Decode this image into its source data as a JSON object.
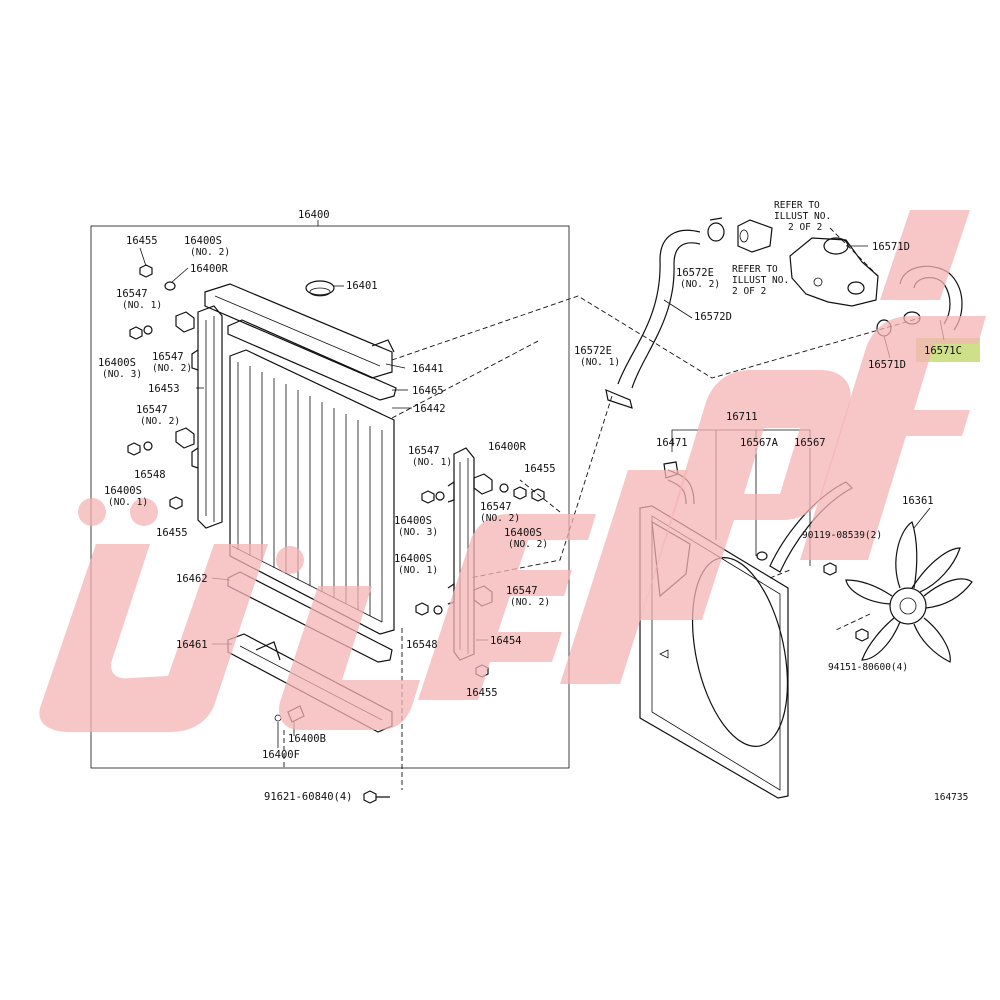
{
  "diagram": {
    "figure_code": "164735",
    "highlight_color": "#cfe08a",
    "watermark_color": "#f08080",
    "labels": {
      "p16400": "16400",
      "p16455a": "16455",
      "p16400s_no2": "16400S",
      "p16400s_no2_sub": "(NO. 2)",
      "p16400r_a": "16400R",
      "p16547_no1_a": "16547",
      "p16547_no1_a_sub": "(NO. 1)",
      "p16547_no2_a": "16547",
      "p16547_no2_a_sub": "(NO. 2)",
      "p16400s_no3_a": "16400S",
      "p16400s_no3_a_sub": "(NO. 3)",
      "p16453": "16453",
      "p16547_no2_b": "16547",
      "p16547_no2_b_sub": "(NO. 2)",
      "p16548_a": "16548",
      "p16400s_no1_a": "16400S",
      "p16400s_no1_a_sub": "(NO. 1)",
      "p16455b": "16455",
      "p16401": "16401",
      "p16441": "16441",
      "p16465": "16465",
      "p16442": "16442",
      "p16547_no1_b": "16547",
      "p16547_no1_b_sub": "(NO. 1)",
      "p16400r_b": "16400R",
      "p16455c": "16455",
      "p16400s_no3_b": "16400S",
      "p16400s_no3_b_sub": "(NO. 3)",
      "p16547_no2_c": "16547",
      "p16547_no2_c_sub": "(NO. 2)",
      "p16400s_no2_b": "16400S",
      "p16400s_no2_b_sub": "(NO. 2)",
      "p16400s_no1_b": "16400S",
      "p16400s_no1_b_sub": "(NO. 1)",
      "p16547_no2_d": "16547",
      "p16547_no2_d_sub": "(NO. 2)",
      "p16548_b": "16548",
      "p16454": "16454",
      "p16455d": "16455",
      "p16462": "16462",
      "p16461": "16461",
      "p16400b": "16400B",
      "p16400f": "16400F",
      "p91621": "91621-60840(4)",
      "p16572e_a": "16572E",
      "p16572e_a_sub": "(NO. 2)",
      "p16572d": "16572D",
      "p16572e_b": "16572E",
      "p16572e_b_sub": "(NO. 1)",
      "refer1_l1": "REFER TO",
      "refer1_l2": "ILLUST NO.",
      "refer1_l3": "2 OF 2",
      "refer2_l1": "REFER TO",
      "refer2_l2": "ILLUST NO.",
      "refer2_l3": "2 OF 2",
      "p16571d_a": "16571D",
      "p16571c": "16571C",
      "p16571d_b": "16571D",
      "p16711": "16711",
      "p16471": "16471",
      "p16567a": "16567A",
      "p16567": "16567",
      "p16361": "16361",
      "p90119": "90119-08539(2)",
      "p94151": "94151-80600(4)"
    }
  }
}
